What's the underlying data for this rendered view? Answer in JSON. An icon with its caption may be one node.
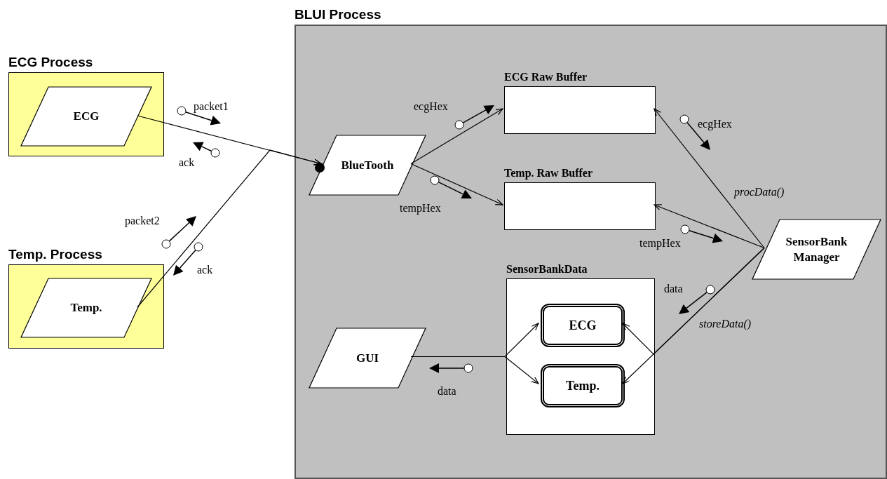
{
  "diagram": {
    "nodes": [
      {
        "text": [
          "ECG Process"
        ]
      },
      {
        "text": [
          "ECG"
        ],
        "in": 0
      },
      {
        "text": [
          "Temp. Process"
        ]
      },
      {
        "text": [
          "Temp."
        ],
        "in": 2
      },
      {
        "text": [
          "BLUI Process"
        ]
      },
      {
        "text": [
          "BlueTooth"
        ],
        "in": 4
      },
      {
        "text": [
          "ECG Raw Buffer"
        ],
        "in": 4
      },
      {
        "text": [
          "Temp. Raw Buffer"
        ],
        "in": 4
      },
      {
        "text": [
          "SensorBank Manager"
        ],
        "in": 4
      },
      {
        "text": [
          "GUI"
        ],
        "in": 4
      },
      {
        "text": [
          "SensorBankData"
        ],
        "in": 4
      },
      {
        "text": [
          "ECG"
        ],
        "in": 10
      },
      {
        "text": [
          "Temp."
        ],
        "in": 10
      }
    ],
    "edges": [
      {
        "from": 1,
        "to": 5,
        "arrow": "to"
      },
      {
        "from": 3,
        "to": 5,
        "arrow": "to"
      },
      {
        "from": 5,
        "to": 6,
        "arrow": "to"
      },
      {
        "from": 5,
        "to": 7,
        "arrow": "to"
      },
      {
        "from": 8,
        "to": 6,
        "arrow": "to"
      },
      {
        "from": 8,
        "to": 7,
        "arrow": "to"
      },
      {
        "from": 8,
        "to": 11,
        "arrow": "to"
      },
      {
        "from": 8,
        "to": 12,
        "arrow": "to"
      },
      {
        "from": 9,
        "to": 11,
        "arrow": "to"
      },
      {
        "from": 9,
        "to": 12,
        "arrow": "to"
      }
    ],
    "labels": [
      "packet1",
      "ack",
      "ecgHex",
      "ecgHex",
      "tempHex",
      "procData()",
      "packet2",
      "tempHex",
      "ack",
      "data",
      "storeData()",
      "data"
    ]
  }
}
